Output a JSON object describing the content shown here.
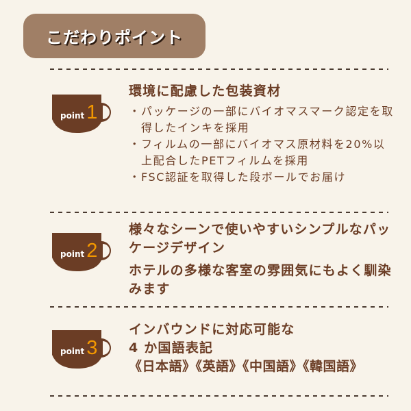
{
  "header": {
    "title": "こだわりポイント"
  },
  "colors": {
    "background": "#f8f3ea",
    "badge": "#a07f66",
    "cup": "#6b3d25",
    "number": "#f39800",
    "text": "#6b3d25"
  },
  "points": [
    {
      "word": "point",
      "number": "1",
      "heading": "環境に配慮した包装資材",
      "bullets": [
        "パッケージの一部にバイオマスマーク認定を取得したインキを採用",
        "フィルムの一部にバイオマス原材料を20%以上配合したPETフィルムを採用",
        "FSC認証を取得した段ボールでお届け"
      ],
      "bullet_symbol": "・"
    },
    {
      "word": "point",
      "number": "2",
      "heading": "様々なシーンで使いやすいシンプルなパッケージデザイン",
      "subheading": "ホテルの多様な客室の雰囲気にもよく馴染みます"
    },
    {
      "word": "point",
      "number": "3",
      "heading_lines": [
        "インバウンドに対応可能な",
        "4 か国語表記",
        "《日本語》《英語》《中国語》《韓国語》"
      ]
    }
  ]
}
